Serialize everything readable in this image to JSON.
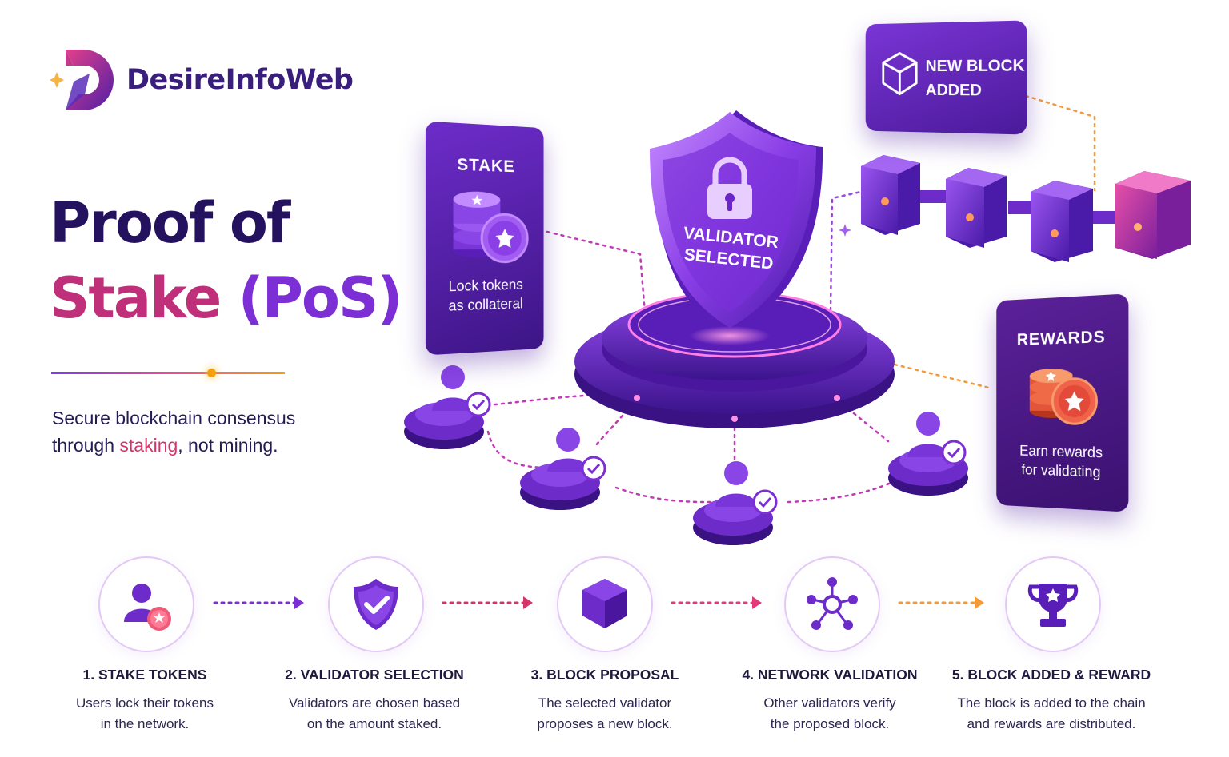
{
  "brand": {
    "name": "DesireInfoWeb"
  },
  "headline": {
    "line1": "Proof of",
    "line2_a": "Stake",
    "line2_b": "(PoS)"
  },
  "subtitle": {
    "pre": "Secure blockchain consensus",
    "mid_pre": "through ",
    "highlight": "staking",
    "post": ", not mining."
  },
  "cards": {
    "stake": {
      "title": "STAKE",
      "line1": "Lock tokens",
      "line2": "as collateral"
    },
    "validator": {
      "line1": "VALIDATOR",
      "line2": "SELECTED"
    },
    "new_block": {
      "line1": "NEW BLOCK",
      "line2": "ADDED"
    },
    "rewards": {
      "title": "REWARDS",
      "line1": "Earn rewards",
      "line2": "for validating"
    }
  },
  "steps": [
    {
      "title": "1. STAKE TOKENS",
      "desc1": "Users lock their tokens",
      "desc2": "in the network.",
      "icon": "user-star-icon"
    },
    {
      "title": "2. VALIDATOR SELECTION",
      "desc1": "Validators are chosen based",
      "desc2": "on the amount staked.",
      "icon": "shield-check-icon"
    },
    {
      "title": "3. BLOCK PROPOSAL",
      "desc1": "The selected validator",
      "desc2": "proposes a new block.",
      "icon": "cube-icon"
    },
    {
      "title": "4. NETWORK VALIDATION",
      "desc1": "Other validators verify",
      "desc2": "the proposed block.",
      "icon": "network-icon"
    },
    {
      "title": "5. BLOCK ADDED & REWARD",
      "desc1": "The block is added to the chain",
      "desc2": "and rewards are distributed.",
      "icon": "trophy-icon"
    }
  ],
  "colors": {
    "deep_purple": "#3a1e7c",
    "purple": "#7c2fd4",
    "pink": "#d6336c",
    "orange": "#f59e0b"
  }
}
